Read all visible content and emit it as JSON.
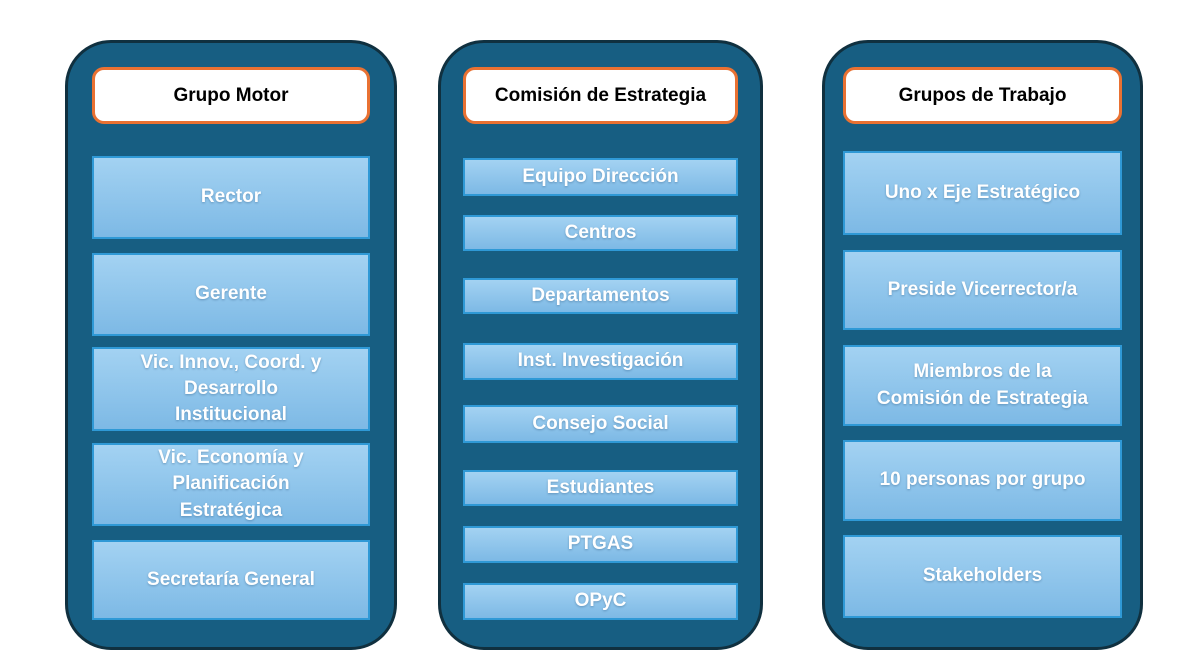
{
  "colors": {
    "background": "#ffffff",
    "pillar_fill": "#175e82",
    "pillar_outline": "#10303f",
    "header_fill": "#ffffff",
    "header_border": "#e97132",
    "header_text": "#000000",
    "box_border": "#2f99d6",
    "box_gradient_top": "#a3d2f2",
    "box_gradient_bottom": "#7db9e5",
    "box_text": "#ffffff"
  },
  "columns": [
    {
      "header": "Grupo Motor",
      "items": [
        "Rector",
        "Gerente",
        "Vic. Innov., Coord. y\nDesarrollo\nInstitucional",
        "Vic. Economía y\nPlanificación\nEstratégica",
        "Secretaría General"
      ]
    },
    {
      "header": "Comisión de Estrategia",
      "items": [
        "Equipo Dirección",
        "Centros",
        "Departamentos",
        "Inst. Investigación",
        "Consejo Social",
        "Estudiantes",
        "PTGAS",
        "OPyC"
      ]
    },
    {
      "header": "Grupos de Trabajo",
      "items": [
        "Uno x Eje Estratégico",
        "Preside Vicerrector/a",
        "Miembros de la\nComisión de Estrategia",
        "10 personas por grupo",
        "Stakeholders"
      ]
    }
  ]
}
